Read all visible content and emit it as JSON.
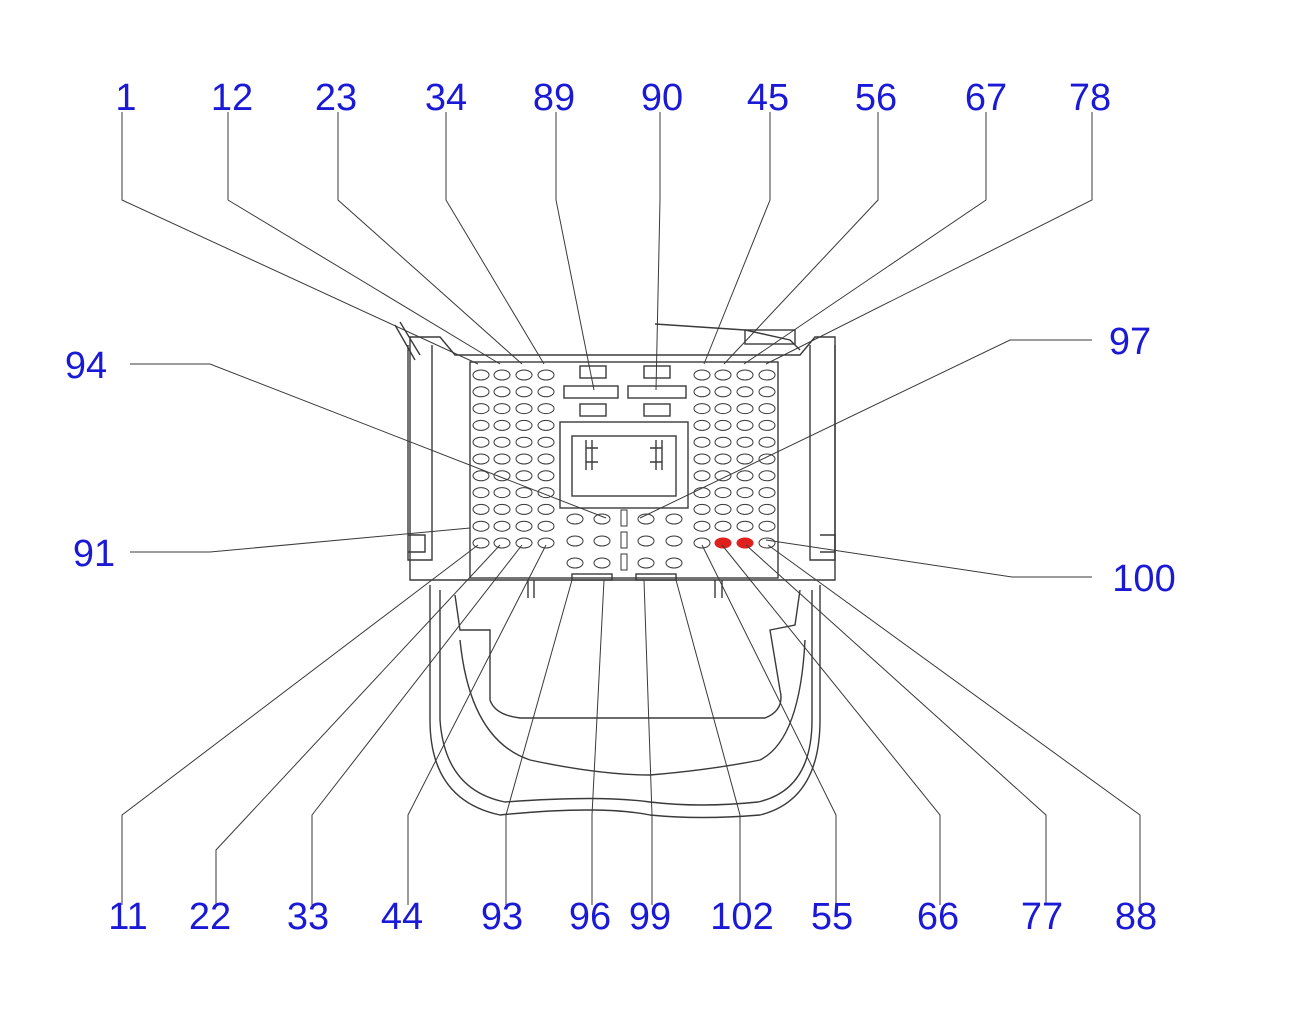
{
  "diagram": {
    "colors": {
      "label": "#1a1ad6",
      "line": "#3a3a3a",
      "background": "#ffffff",
      "highlight": "#e0201c"
    },
    "top_labels": [
      "1",
      "12",
      "23",
      "34",
      "89",
      "90",
      "45",
      "56",
      "67",
      "78"
    ],
    "bottom_labels": [
      "11",
      "22",
      "33",
      "44",
      "93",
      "96",
      "99",
      "102",
      "55",
      "66",
      "77",
      "88"
    ],
    "side_labels": {
      "left_upper": "94",
      "left_lower": "91",
      "right_upper": "97",
      "right_lower": "100"
    },
    "highlighted_pins": 2
  }
}
